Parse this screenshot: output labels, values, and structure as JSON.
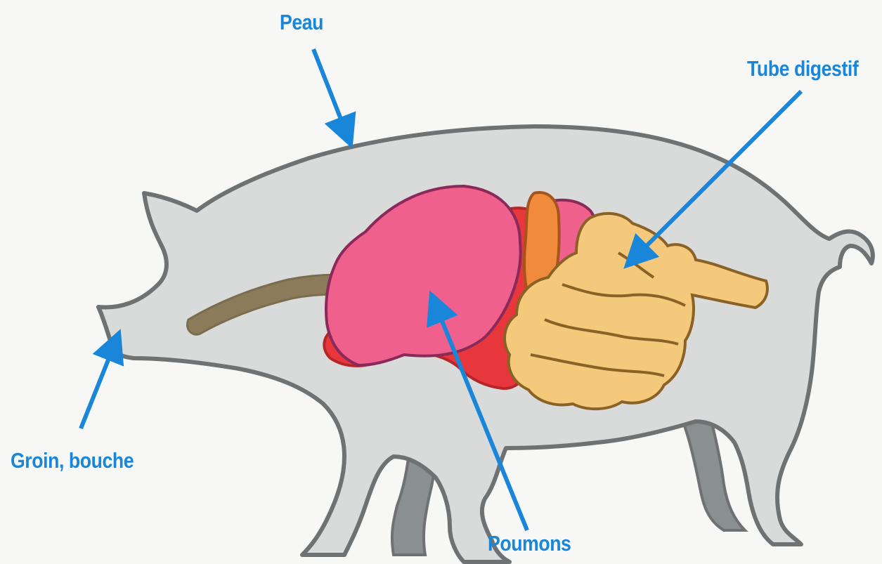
{
  "labels": {
    "peau": "Peau",
    "tube_digestif": "Tube digestif",
    "groin_bouche": "Groin, bouche",
    "poumons": "Poumons"
  },
  "colors": {
    "label": "#1a86d9",
    "arrow": "#1a86d9",
    "body_fill": "#d9dbdb",
    "body_outline": "#6e7272",
    "far_legs": "#8a8f90",
    "lungs": "#f0608c",
    "heart": "#e8373c",
    "liver": "#f08a3c",
    "intestines": "#f5c97c",
    "esophagus": "#8c7b5a"
  }
}
